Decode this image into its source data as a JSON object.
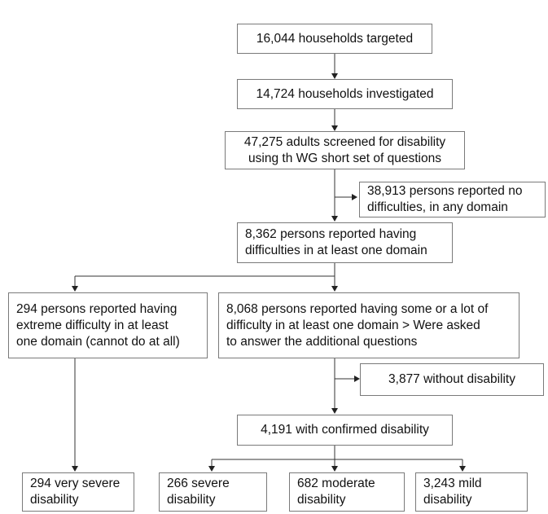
{
  "flowchart": {
    "targeted": [
      "16,044 households targeted"
    ],
    "investigated": [
      "14,724 households investigated"
    ],
    "screened": [
      "47,275 adults screened for disability",
      "using th WG short set of questions"
    ],
    "no_difficulty": [
      "38,913 persons reported no",
      "difficulties, in any domain"
    ],
    "difficulty": [
      "8,362 persons reported having",
      "difficulties in at least one domain"
    ],
    "extreme": [
      "294 persons reported having",
      "extreme difficulty in at least",
      "one domain (cannot do at all)"
    ],
    "some_or_lot": [
      "8,068 persons reported having some or a lot of",
      "difficulty in at least one domain > Were asked",
      "to answer the additional questions"
    ],
    "without_disability": [
      "3,877 without disability"
    ],
    "confirmed": [
      "4,191 with confirmed disability"
    ],
    "very_severe": [
      "294 very severe",
      "disability"
    ],
    "severe": [
      "266 severe",
      "disability"
    ],
    "moderate": [
      "682 moderate",
      "disability"
    ],
    "mild": [
      "3,243 mild",
      "disability"
    ]
  }
}
